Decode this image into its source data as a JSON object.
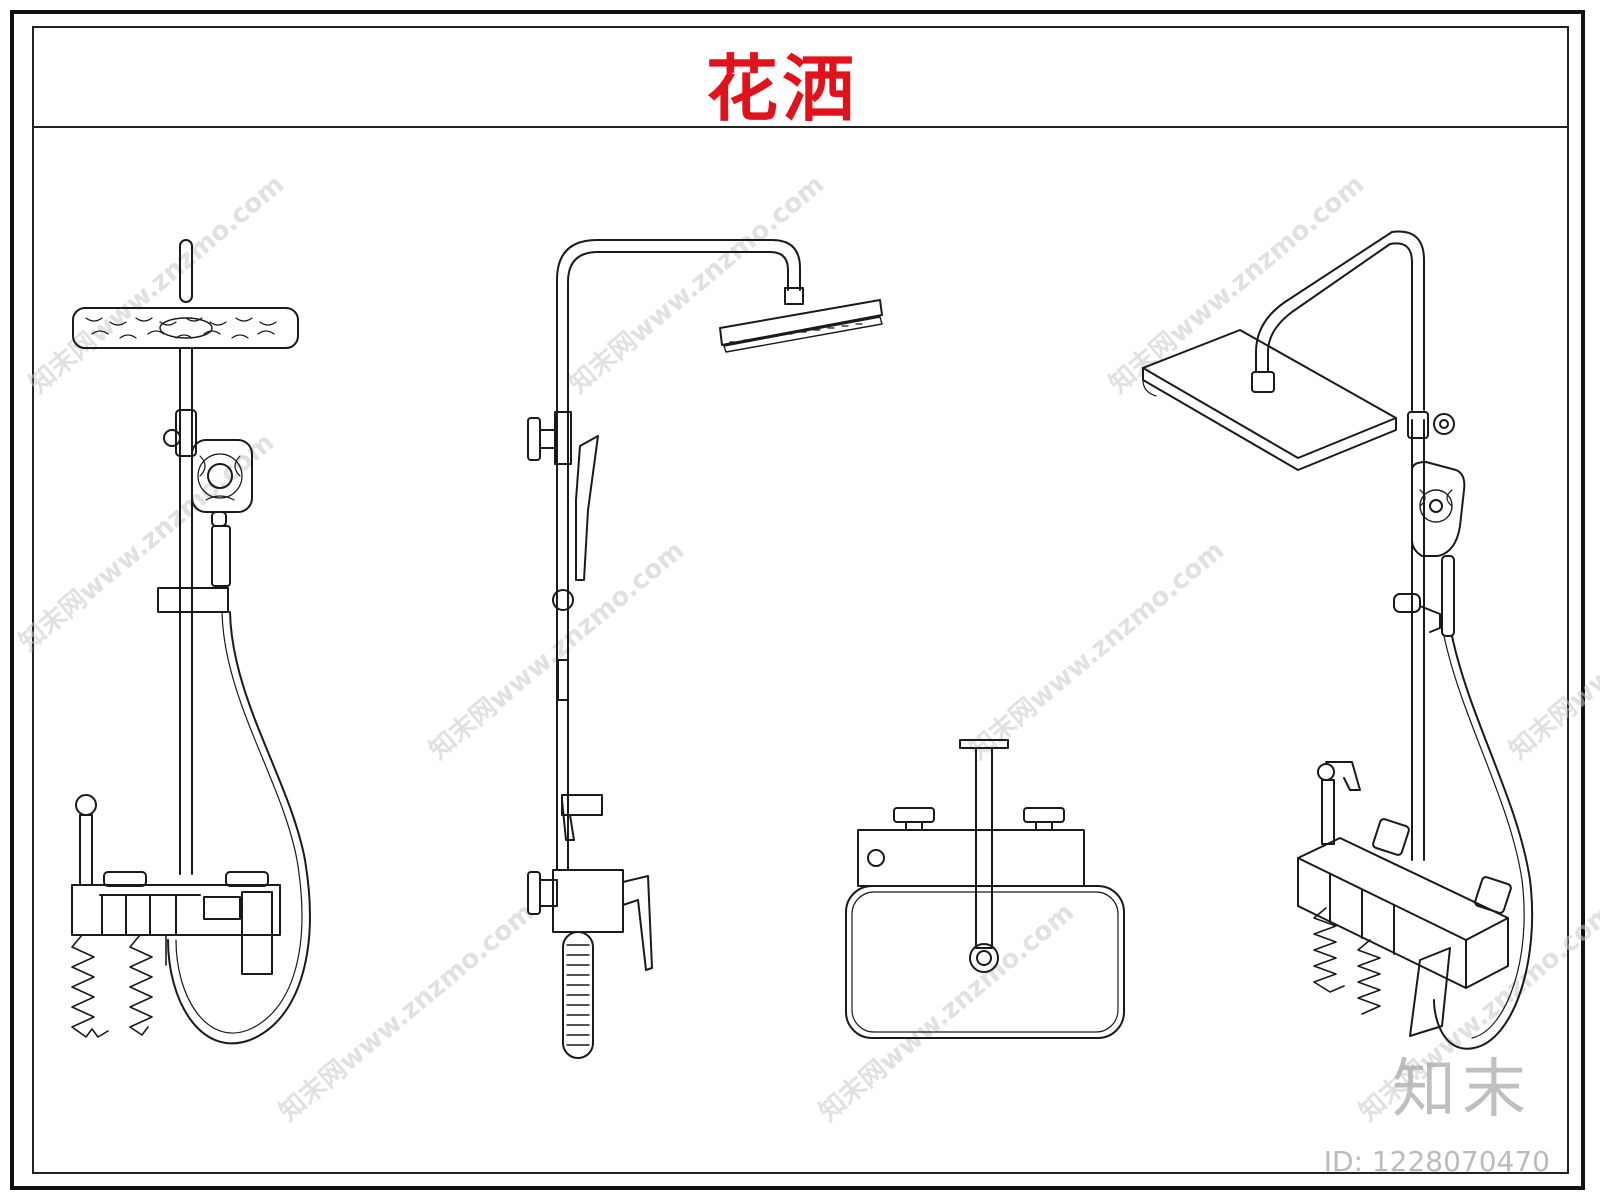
{
  "title": "花洒",
  "watermark": {
    "text": "知末网www.znzmo.com",
    "color": "#c8c8c8"
  },
  "logo_text": "知末",
  "image_id": "ID: 1228070470",
  "colors": {
    "title": "#e0121b",
    "line": "#1a1a1a",
    "frame": "#111111"
  },
  "figures": [
    {
      "name": "shower-set-rain-panel-front",
      "icon": "shower-column-icon"
    },
    {
      "name": "shower-set-round-head-side",
      "icon": "shower-column-icon"
    },
    {
      "name": "thermostatic-mixer-wall-view",
      "icon": "mixer-valve-icon"
    },
    {
      "name": "shower-set-square-head-perspective",
      "icon": "shower-column-icon"
    }
  ]
}
